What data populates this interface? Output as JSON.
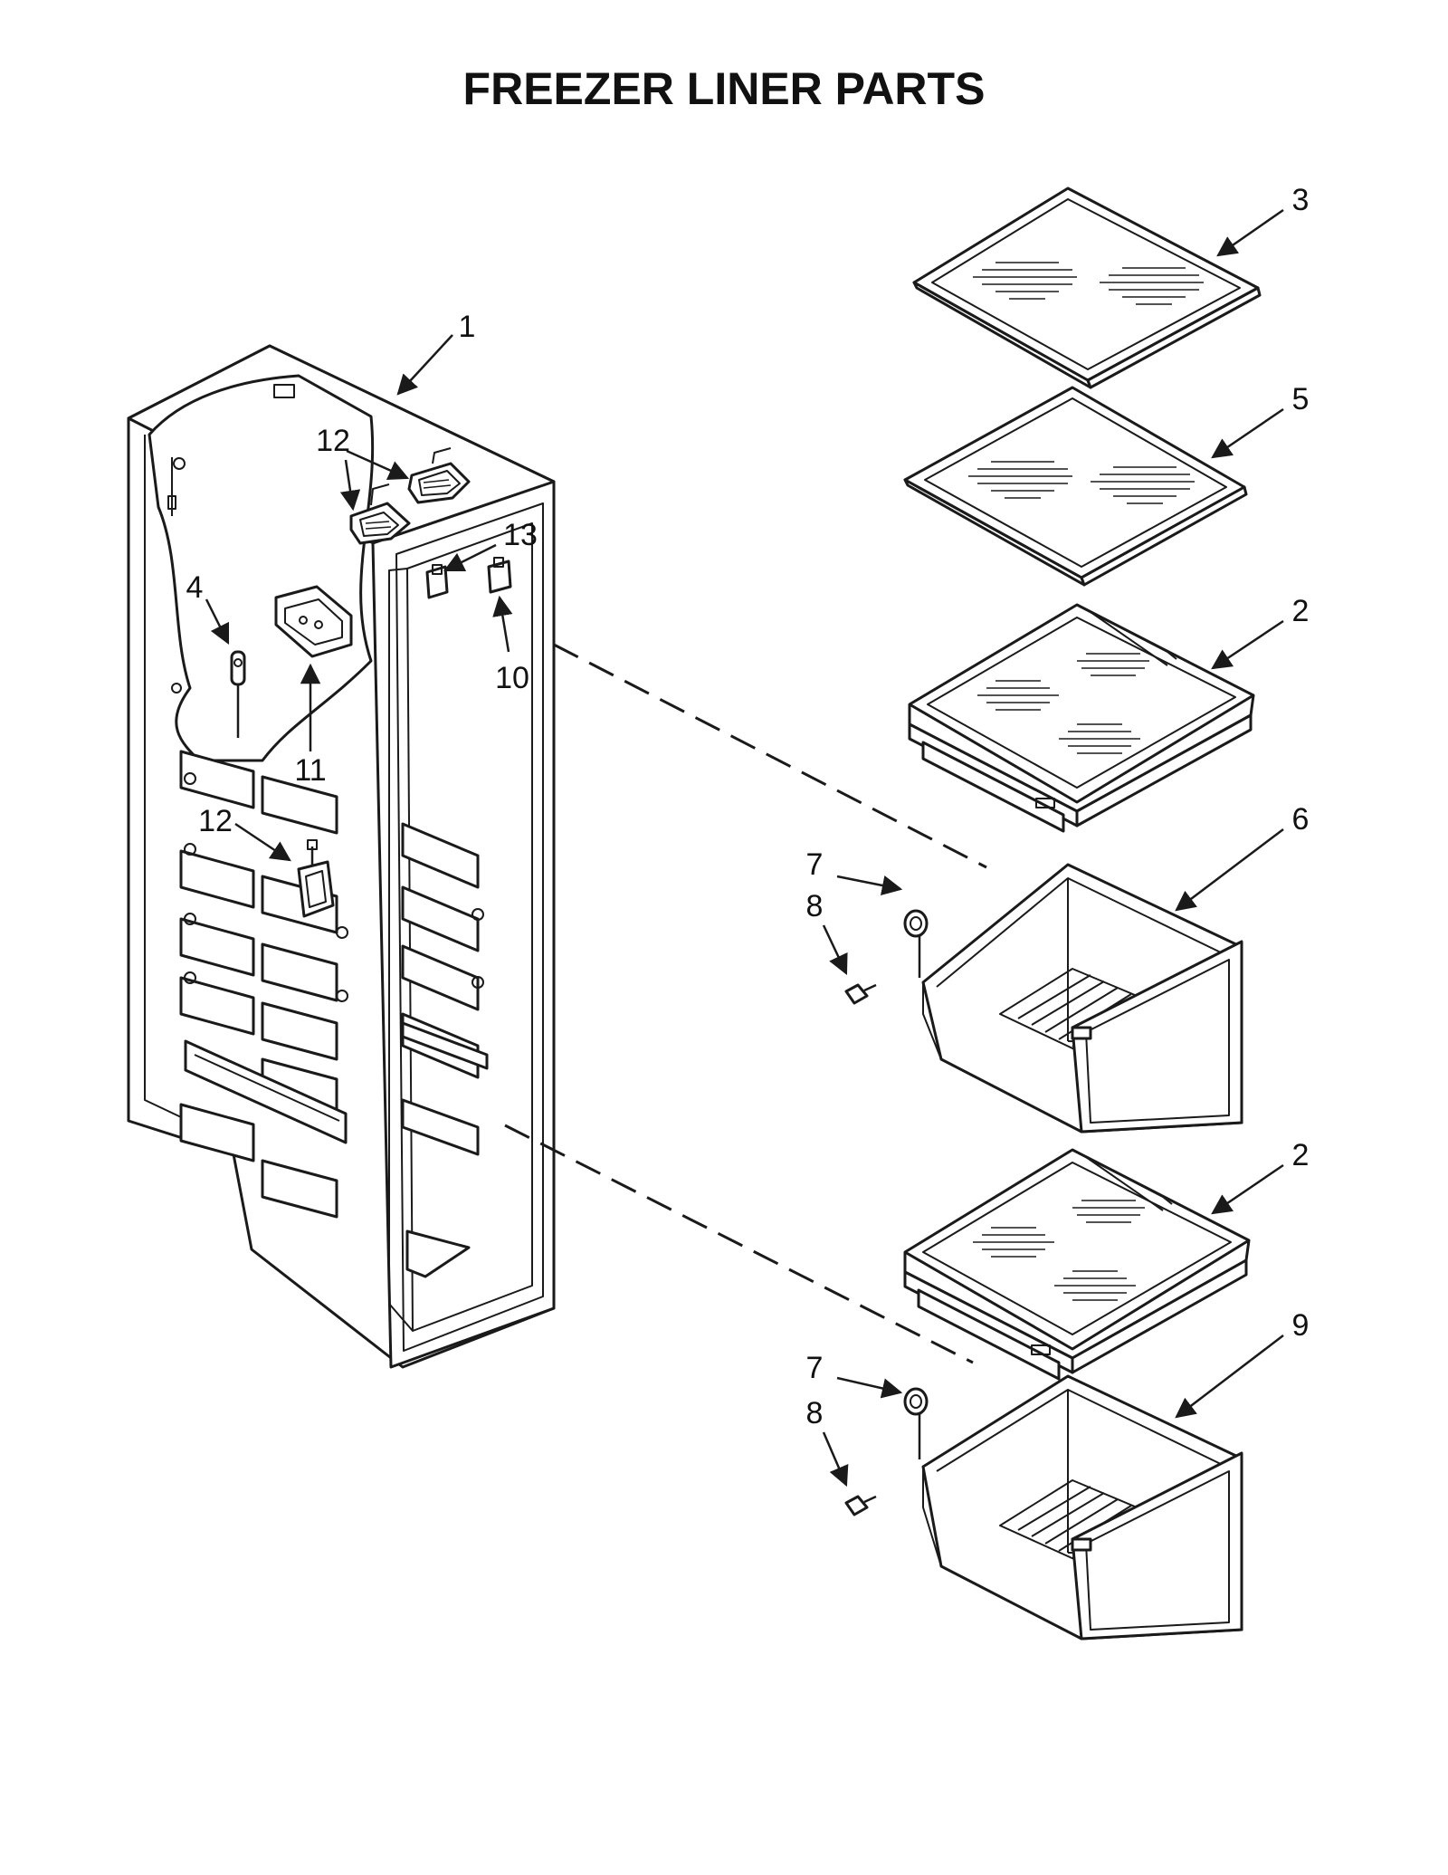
{
  "title": "FREEZER LINER PARTS",
  "callouts": {
    "c1": "1",
    "c2a": "2",
    "c2b": "2",
    "c3": "3",
    "c4": "4",
    "c5": "5",
    "c6": "6",
    "c7a": "7",
    "c7b": "7",
    "c8a": "8",
    "c8b": "8",
    "c9": "9",
    "c10": "10",
    "c11": "11",
    "c12a": "12",
    "c12b": "12",
    "c13": "13"
  }
}
